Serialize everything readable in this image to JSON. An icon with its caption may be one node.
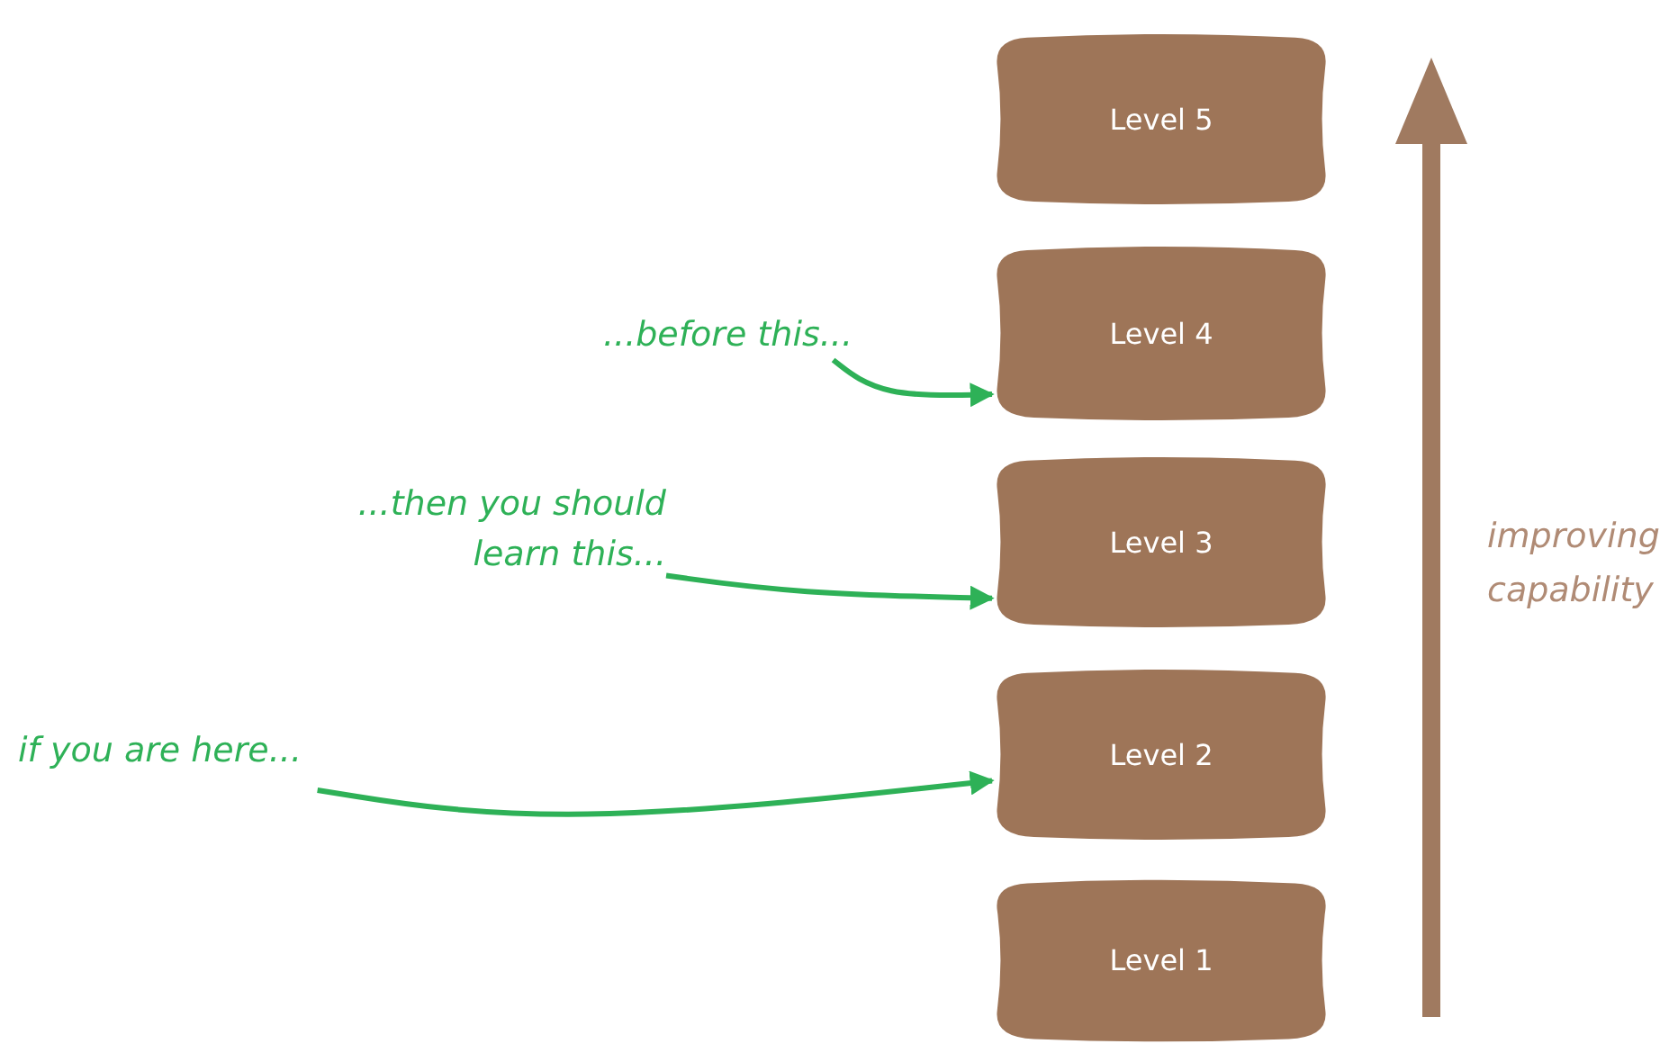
{
  "diagram": {
    "nodes": [
      {
        "text": [
          "Level 5"
        ]
      },
      {
        "text": [
          "Level 4"
        ]
      },
      {
        "text": [
          "Level 3"
        ]
      },
      {
        "text": [
          "Level 2"
        ]
      },
      {
        "text": [
          "Level 1"
        ]
      },
      {
        "text": [
          "...before this..."
        ]
      },
      {
        "text": [
          "...then you should learn this..."
        ]
      },
      {
        "text": [
          "if you are here..."
        ]
      }
    ],
    "edges": [
      {
        "from": 5,
        "to": 1,
        "arrow": "to",
        "color": "#2eb157"
      },
      {
        "from": 6,
        "to": 2,
        "arrow": "to",
        "color": "#2eb157"
      },
      {
        "from": 7,
        "to": 3,
        "arrow": "to",
        "color": "#2eb157"
      }
    ],
    "labels": [
      "improving capability"
    ]
  }
}
